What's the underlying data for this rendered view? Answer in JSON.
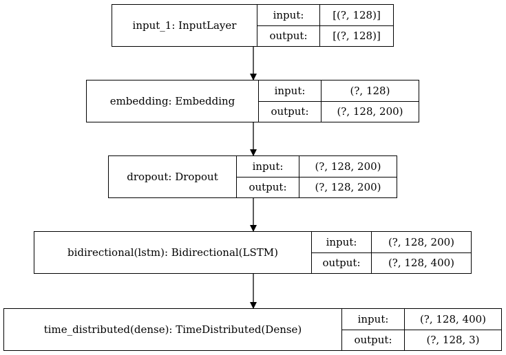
{
  "layers": [
    {
      "name": "input_1: InputLayer",
      "input_label": "input:",
      "input_shape": "[(?, 128)]",
      "output_label": "output:",
      "output_shape": "[(?, 128)]"
    },
    {
      "name": "embedding: Embedding",
      "input_label": "input:",
      "input_shape": "(?, 128)",
      "output_label": "output:",
      "output_shape": "(?, 128, 200)"
    },
    {
      "name": "dropout: Dropout",
      "input_label": "input:",
      "input_shape": "(?, 128, 200)",
      "output_label": "output:",
      "output_shape": "(?, 128, 200)"
    },
    {
      "name": "bidirectional(lstm): Bidirectional(LSTM)",
      "input_label": "input:",
      "input_shape": "(?, 128, 200)",
      "output_label": "output:",
      "output_shape": "(?, 128, 400)"
    },
    {
      "name": "time_distributed(dense): TimeDistributed(Dense)",
      "input_label": "input:",
      "input_shape": "(?, 128, 400)",
      "output_label": "output:",
      "output_shape": "(?, 128, 3)"
    }
  ],
  "colors": {
    "stroke": "#000000",
    "background": "#ffffff"
  }
}
